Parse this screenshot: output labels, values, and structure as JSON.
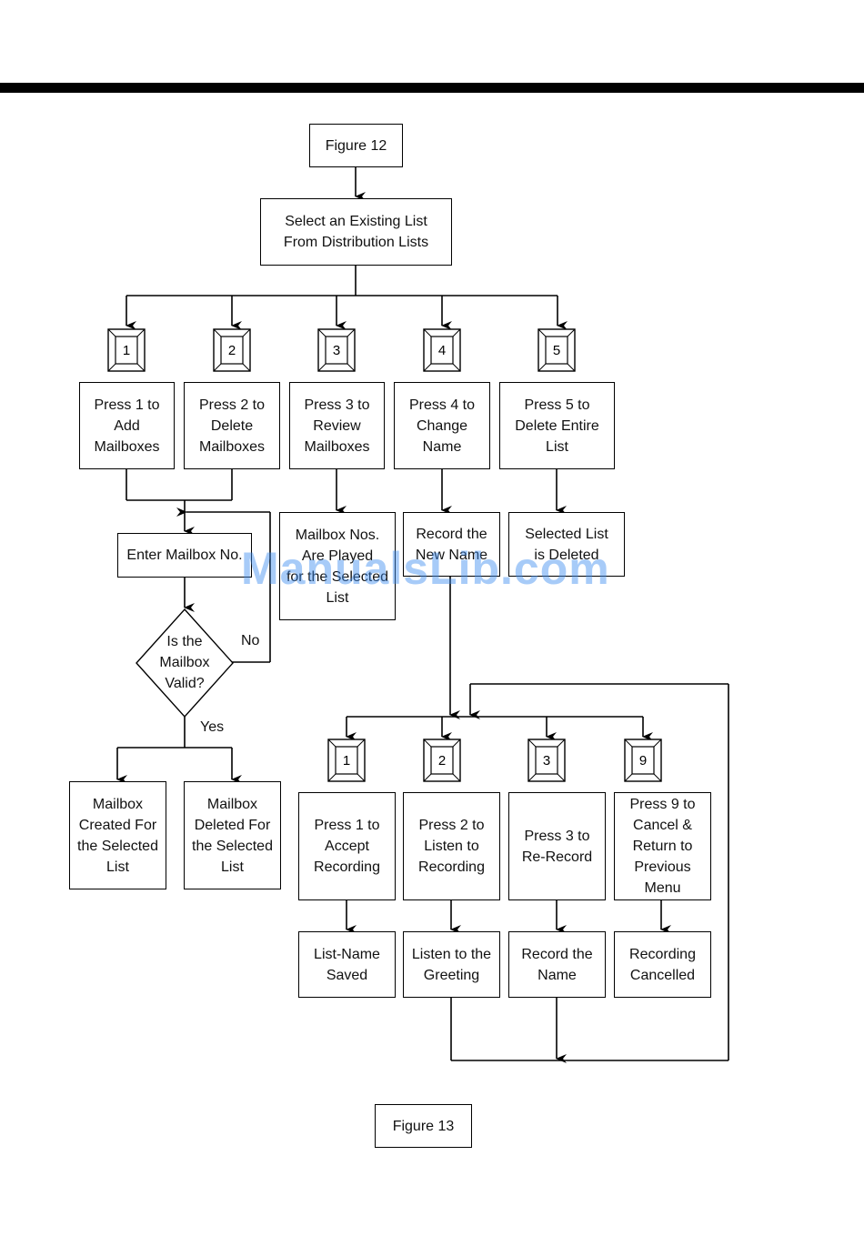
{
  "page": {
    "watermark": "ManualsLib.com"
  },
  "figures": {
    "figure12_label": "Figure 12",
    "figure13_label": "Figure 13"
  },
  "top": {
    "start": "Select an Existing List\nFrom Distribution Lists"
  },
  "main_options": [
    {
      "key": "1",
      "label": "Press 1 to\nAdd\nMailboxes"
    },
    {
      "key": "2",
      "label": "Press 2 to\nDelete\nMailboxes"
    },
    {
      "key": "3",
      "label": "Press 3 to\nReview\nMailboxes"
    },
    {
      "key": "4",
      "label": "Press 4 to\nChange\nName"
    },
    {
      "key": "5",
      "label": "Press 5 to\nDelete Entire\nList"
    }
  ],
  "mailbox_flow": {
    "enter": "Enter Mailbox No.",
    "decision": "Is the\nMailbox\nValid?",
    "no_label": "No",
    "yes_label": "Yes",
    "created": "Mailbox\nCreated For\nthe Selected\nList",
    "deleted": "Mailbox\nDeleted For\nthe Selected\nList"
  },
  "results": {
    "review": "Mailbox Nos.\nAre Played\nfor the Selected\nList",
    "record_new": "Record the\nNew Name",
    "list_deleted": "Selected List\nis Deleted"
  },
  "record_options": [
    {
      "key": "1",
      "label": "Press 1 to\nAccept\nRecording",
      "result": "List-Name\nSaved"
    },
    {
      "key": "2",
      "label": "Press 2 to\nListen to\nRecording",
      "result": "Listen to the\nGreeting"
    },
    {
      "key": "3",
      "label": "Press 3 to\nRe-Record",
      "result": "Record the\nName"
    },
    {
      "key": "9",
      "label": "Press 9 to\nCancel &\nReturn to\nPrevious\nMenu",
      "result": "Recording\nCancelled"
    }
  ]
}
